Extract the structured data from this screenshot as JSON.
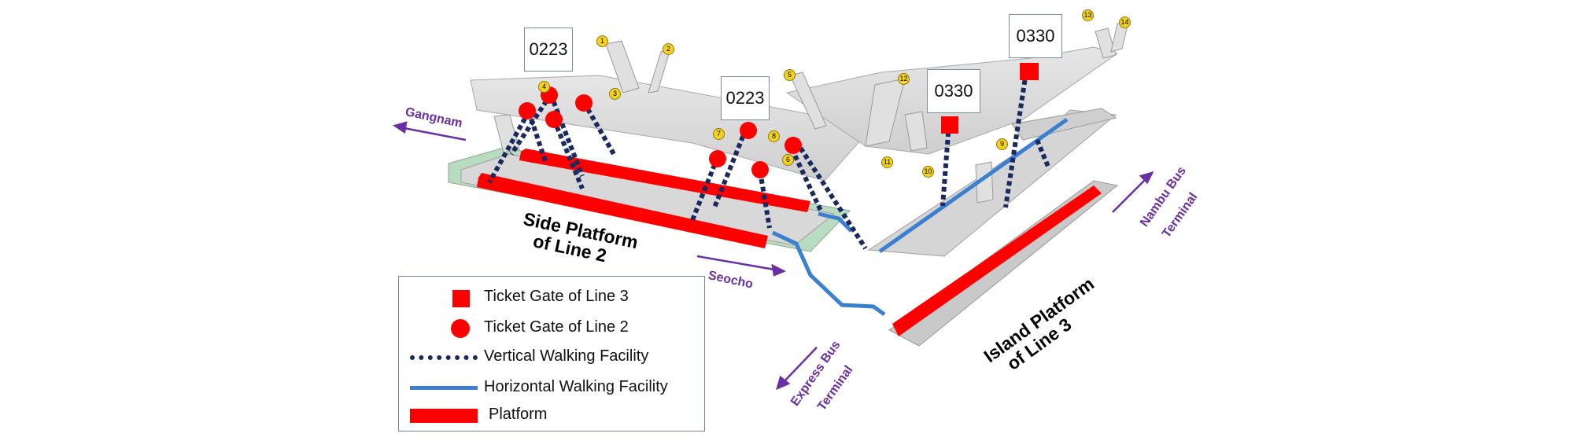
{
  "gate_labels": {
    "line2_left": "0223",
    "line2_mid": "0223",
    "line3_left": "0330",
    "line3_right": "0330"
  },
  "directions": {
    "gangnam": "Gangnam",
    "seocho": "Seocho",
    "express_bus_1": "Express Bus",
    "express_bus_2": "Terminal",
    "nambu_bus_1": "Nambu Bus",
    "nambu_bus_2": "Terminal"
  },
  "platforms": {
    "side_line2_1": "Side Platform",
    "side_line2_2": "of Line 2",
    "island_line3_1": "Island Platform",
    "island_line3_2": "of Line 3"
  },
  "legend": {
    "ticket_gate_line3": "Ticket Gate of Line 3",
    "ticket_gate_line2": "Ticket Gate of Line 2",
    "vertical_walking": "Vertical Walking Facility",
    "horizontal_walking": "Horizontal Walking Facility",
    "platform": "Platform"
  },
  "exit_numbers": [
    "1",
    "2",
    "3",
    "4",
    "5",
    "6",
    "7",
    "8",
    "9",
    "10",
    "11",
    "12",
    "13",
    "14"
  ],
  "colors": {
    "gate_red": "#ff0000",
    "vertical_dotted": "#1a2a5e",
    "horizontal_blue": "#3a7fd0",
    "platform_red": "#ff0000",
    "direction_purple": "#6a2fa3",
    "floor_gray": "#dcdcdc",
    "track_green": "#b8dcc0"
  }
}
